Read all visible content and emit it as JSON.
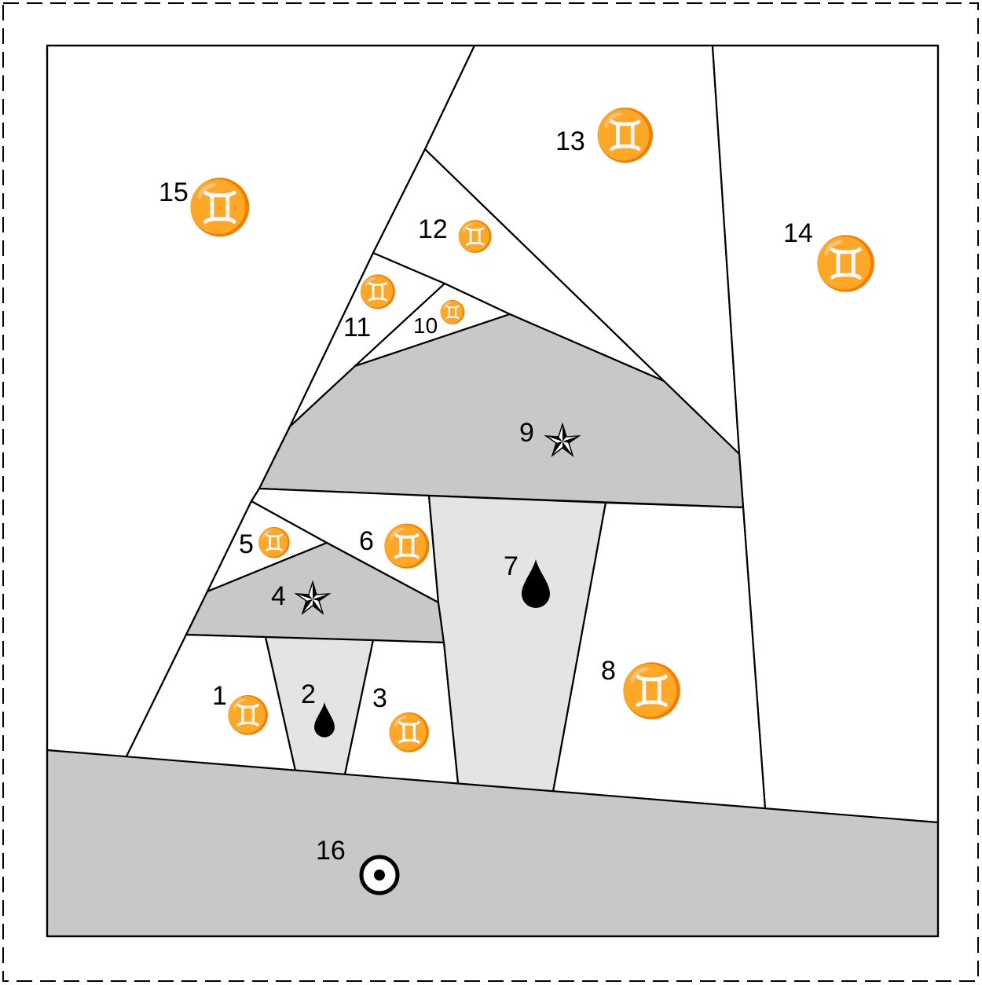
{
  "pattern": {
    "colors": {
      "white": "#ffffff",
      "medium_gray": "#c8c8c8",
      "light_gray": "#e4e4e4",
      "line": "#000000"
    },
    "pieces": [
      {
        "number": "1",
        "fill": "white",
        "icon": "gemini-icon"
      },
      {
        "number": "2",
        "fill": "light_gray",
        "icon": "drop-icon"
      },
      {
        "number": "3",
        "fill": "white",
        "icon": "gemini-icon"
      },
      {
        "number": "4",
        "fill": "medium_gray",
        "icon": "pinwheel-star-icon"
      },
      {
        "number": "5",
        "fill": "white",
        "icon": "gemini-icon"
      },
      {
        "number": "6",
        "fill": "white",
        "icon": "gemini-icon"
      },
      {
        "number": "7",
        "fill": "light_gray",
        "icon": "drop-icon"
      },
      {
        "number": "8",
        "fill": "white",
        "icon": "gemini-icon"
      },
      {
        "number": "9",
        "fill": "medium_gray",
        "icon": "pinwheel-star-icon"
      },
      {
        "number": "10",
        "fill": "white",
        "icon": "gemini-icon"
      },
      {
        "number": "11",
        "fill": "white",
        "icon": "gemini-icon"
      },
      {
        "number": "12",
        "fill": "white",
        "icon": "gemini-icon"
      },
      {
        "number": "13",
        "fill": "white",
        "icon": "gemini-icon"
      },
      {
        "number": "14",
        "fill": "white",
        "icon": "gemini-icon"
      },
      {
        "number": "15",
        "fill": "white",
        "icon": "gemini-icon"
      },
      {
        "number": "16",
        "fill": "medium_gray",
        "icon": "target-icon"
      }
    ]
  }
}
